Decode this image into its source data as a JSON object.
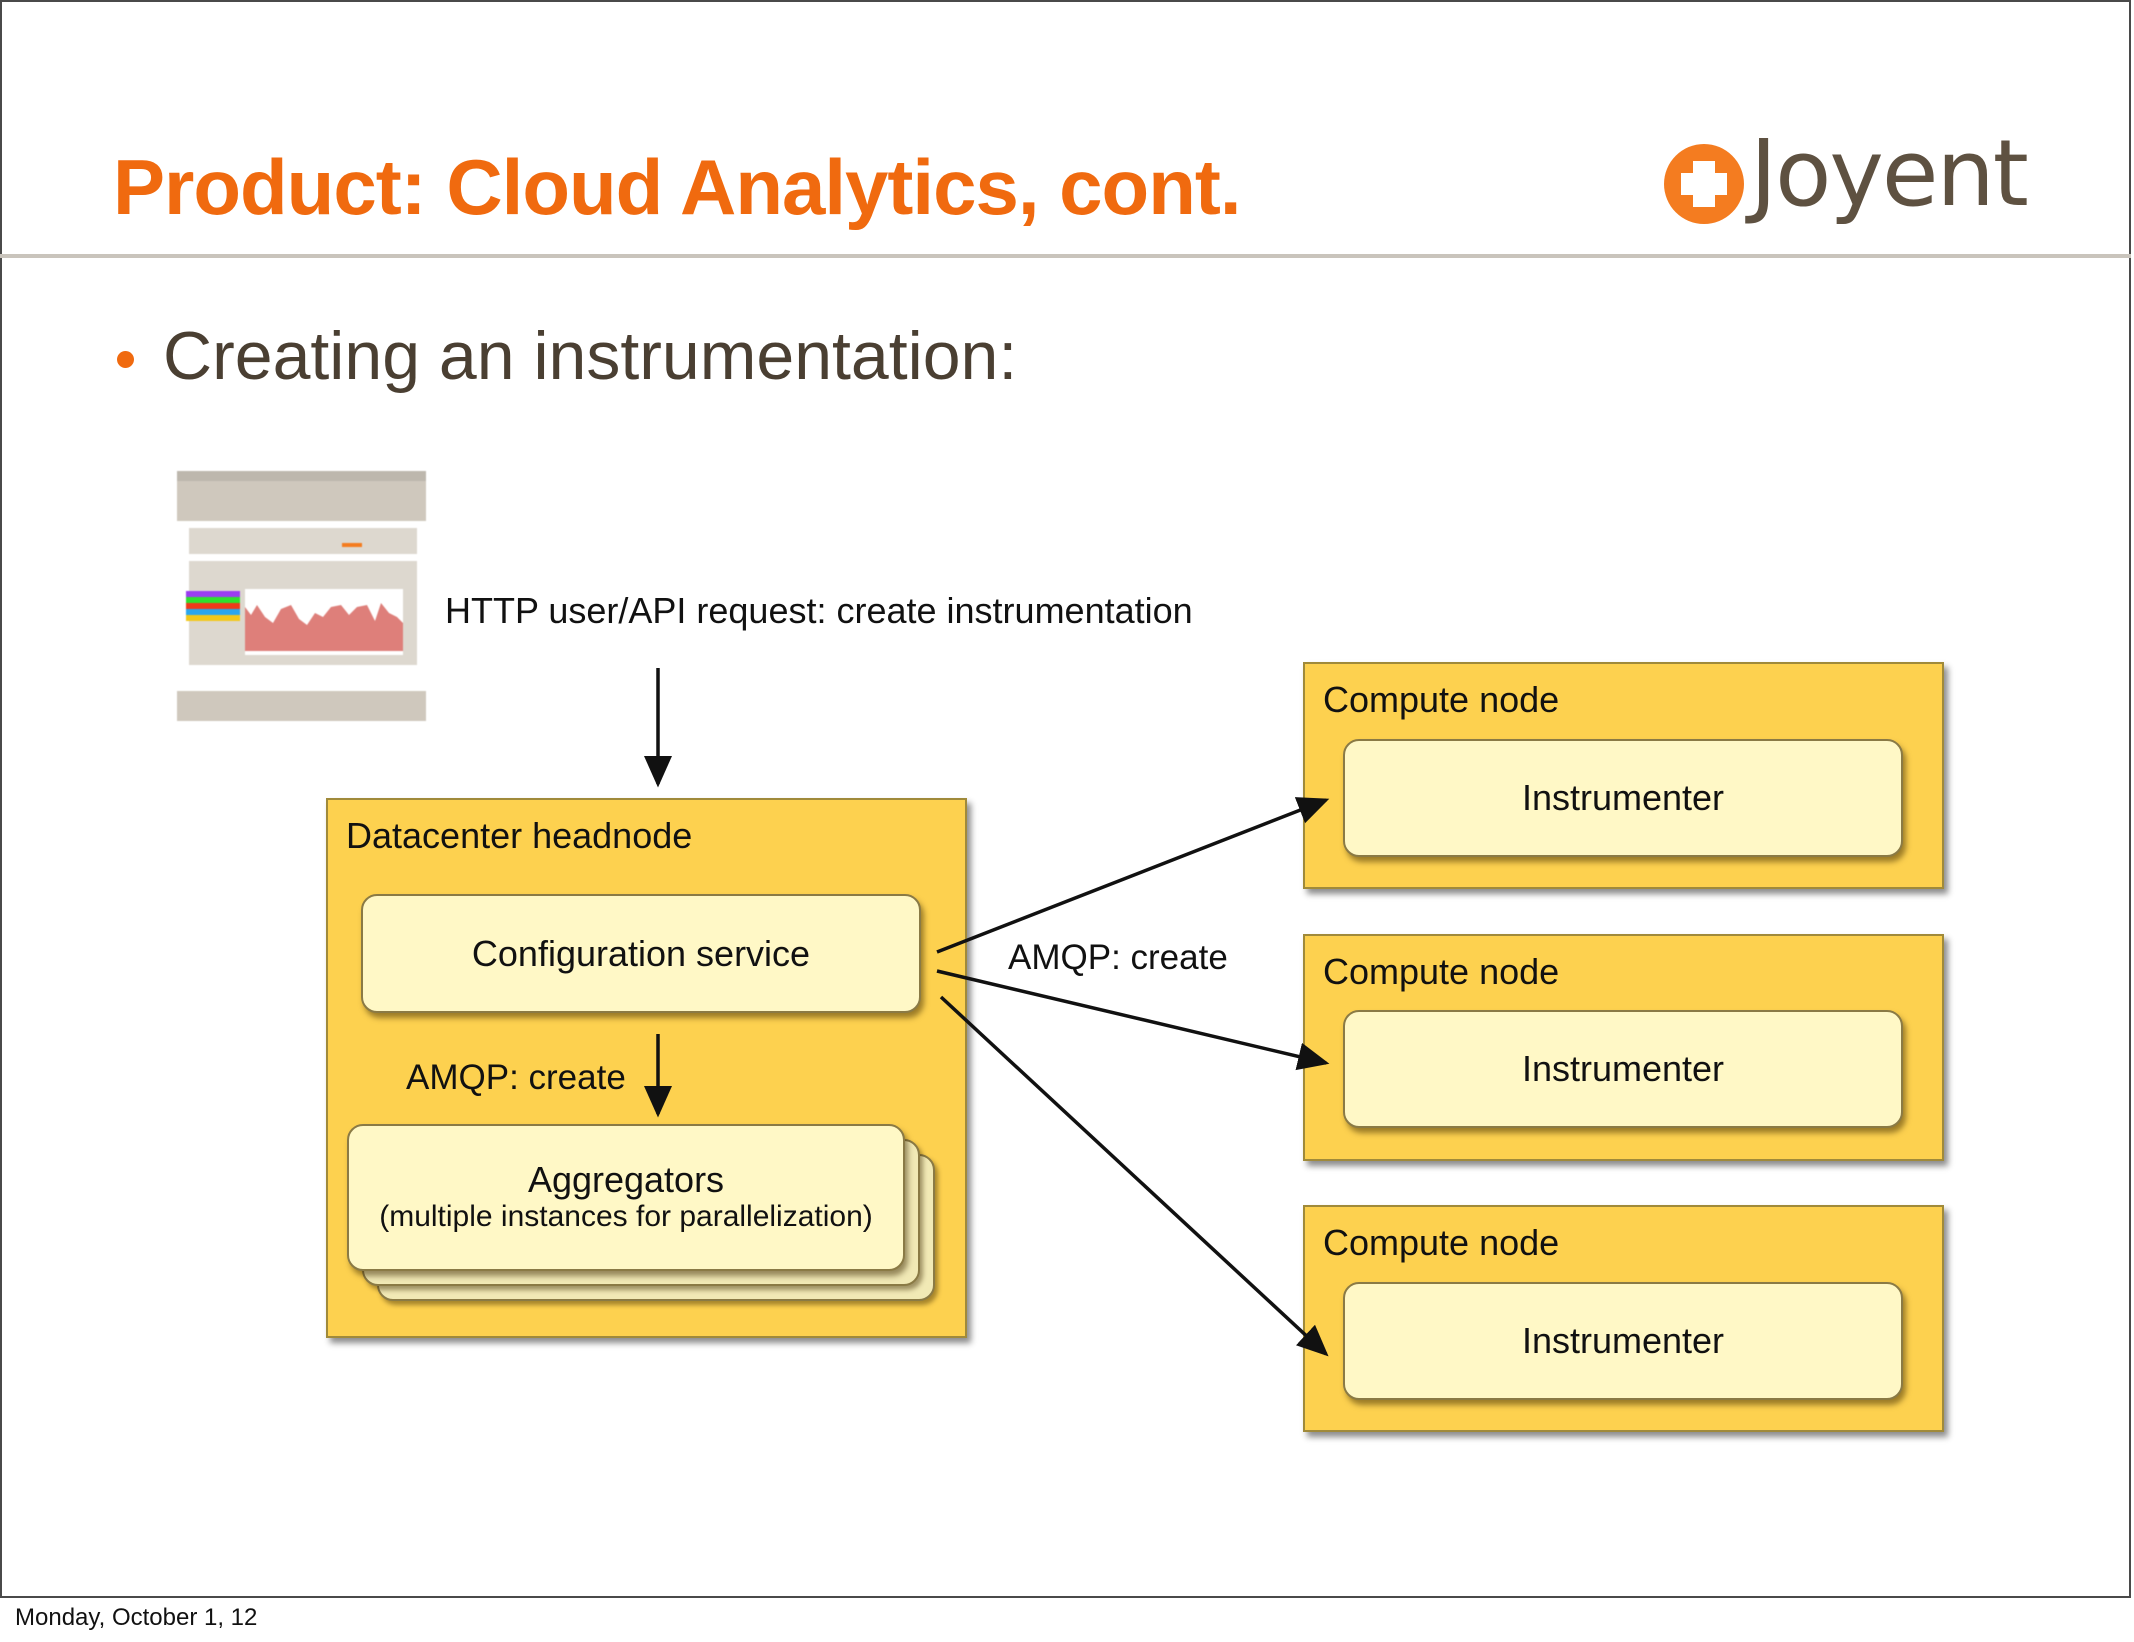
{
  "slide": {
    "title": "Product: Cloud Analytics, cont.",
    "logo_text": "Joyent",
    "logo_icon": "plus-circle-icon",
    "bullet": "Creating an instrumentation:",
    "colors": {
      "accent": "#f06a0f",
      "node_fill": "#fdd14f",
      "box_fill": "#fff8c6",
      "text": "#4a3f32"
    }
  },
  "diagram": {
    "http_label": "HTTP user/API request: create instrumentation",
    "thumbnail": "Cloud Analytics portal screenshot",
    "headnode": {
      "title": "Datacenter headnode",
      "config_service": "Configuration service",
      "amqp_label": "AMQP: create",
      "aggregators_title": "Aggregators",
      "aggregators_subtitle": "(multiple instances for parallelization)"
    },
    "amqp_fanout_label": "AMQP: create",
    "compute_nodes": [
      {
        "title": "Compute node",
        "component": "Instrumenter"
      },
      {
        "title": "Compute node",
        "component": "Instrumenter"
      },
      {
        "title": "Compute node",
        "component": "Instrumenter"
      }
    ]
  },
  "footer": {
    "date": "Monday, October 1, 12"
  }
}
